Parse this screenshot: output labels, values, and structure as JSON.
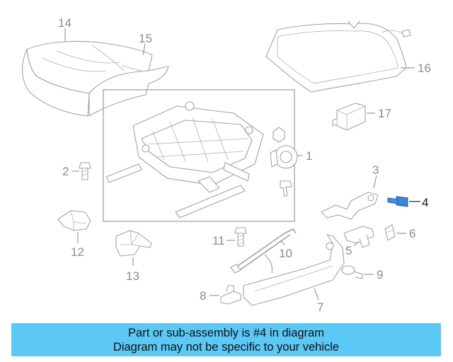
{
  "callouts": {
    "c1": "1",
    "c2": "2",
    "c3": "3",
    "c4": "4",
    "c5": "5",
    "c6": "6",
    "c7": "7",
    "c8": "8",
    "c9": "9",
    "c10": "10",
    "c11": "11",
    "c12": "12",
    "c13": "13",
    "c14": "14",
    "c15": "15",
    "c16": "16",
    "c17": "17"
  },
  "highlighted_part": "4",
  "colors": {
    "banner": "#5bc8f5",
    "highlight_part": "#3a87d8",
    "line_art": "#a3a3a3"
  },
  "banner": {
    "line1": "Part or sub-assembly is #4 in diagram",
    "line2": "Diagram may not be specific to your vehicle"
  }
}
